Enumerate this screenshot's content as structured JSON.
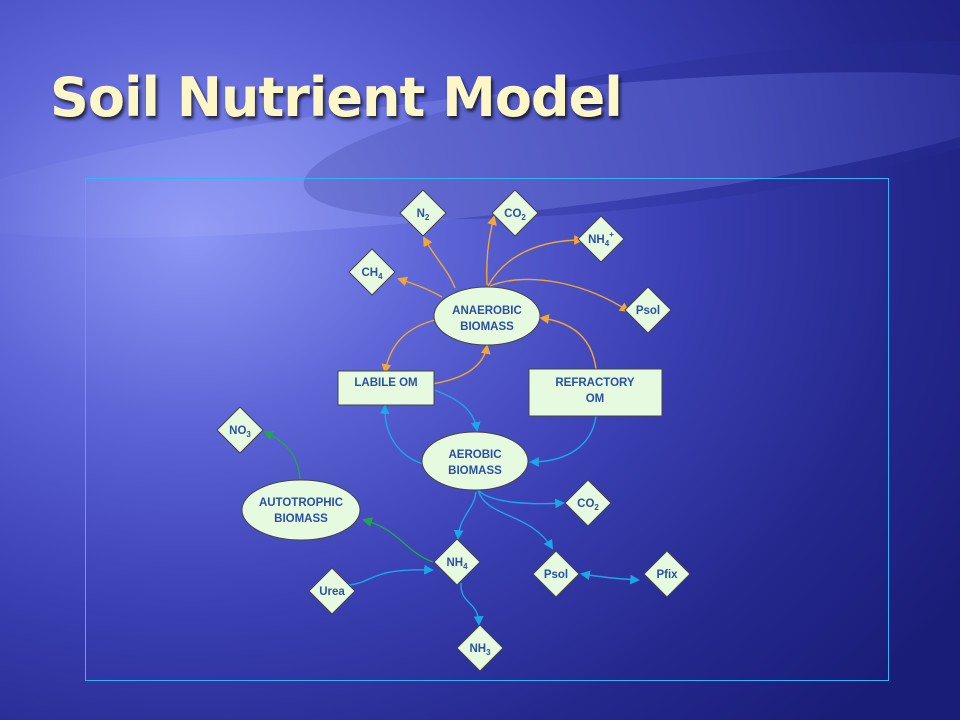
{
  "title": "Soil Nutrient Model",
  "colors": {
    "anaerobic_flow": "#f2a633",
    "aerobic_flow": "#1aa7e8",
    "autotrophic_flow": "#1ea84a",
    "node_fill": "#e6fae0"
  },
  "boxes": {
    "labile_om": {
      "text": "LABILE OM"
    },
    "refractory_om": {
      "line1": "REFRACTORY",
      "line2": "OM"
    }
  },
  "ellipses": {
    "anaerobic": {
      "line1": "ANAEROBIC",
      "line2": "BIOMASS"
    },
    "aerobic": {
      "line1": "AEROBIC",
      "line2": "BIOMASS"
    },
    "autotrophic": {
      "line1": "AUTOTROPHIC",
      "line2": "BIOMASS"
    }
  },
  "diamonds": {
    "n2": {
      "base": "N",
      "sub": "2"
    },
    "co2_top": {
      "base": "CO",
      "sub": "2"
    },
    "nh4_plus": {
      "base": "NH",
      "sub": "4",
      "sup": "+"
    },
    "ch4": {
      "base": "CH",
      "sub": "4"
    },
    "psol_top": {
      "base": "Psol"
    },
    "no3": {
      "base": "NO",
      "sub": "3"
    },
    "co2_bottom": {
      "base": "CO",
      "sub": "2"
    },
    "nh4": {
      "base": "NH",
      "sub": "4"
    },
    "psol_bottom": {
      "base": "Psol"
    },
    "pfix": {
      "base": "Pfix"
    },
    "urea": {
      "base": "Urea"
    },
    "nh3": {
      "base": "NH",
      "sub": "3"
    }
  }
}
